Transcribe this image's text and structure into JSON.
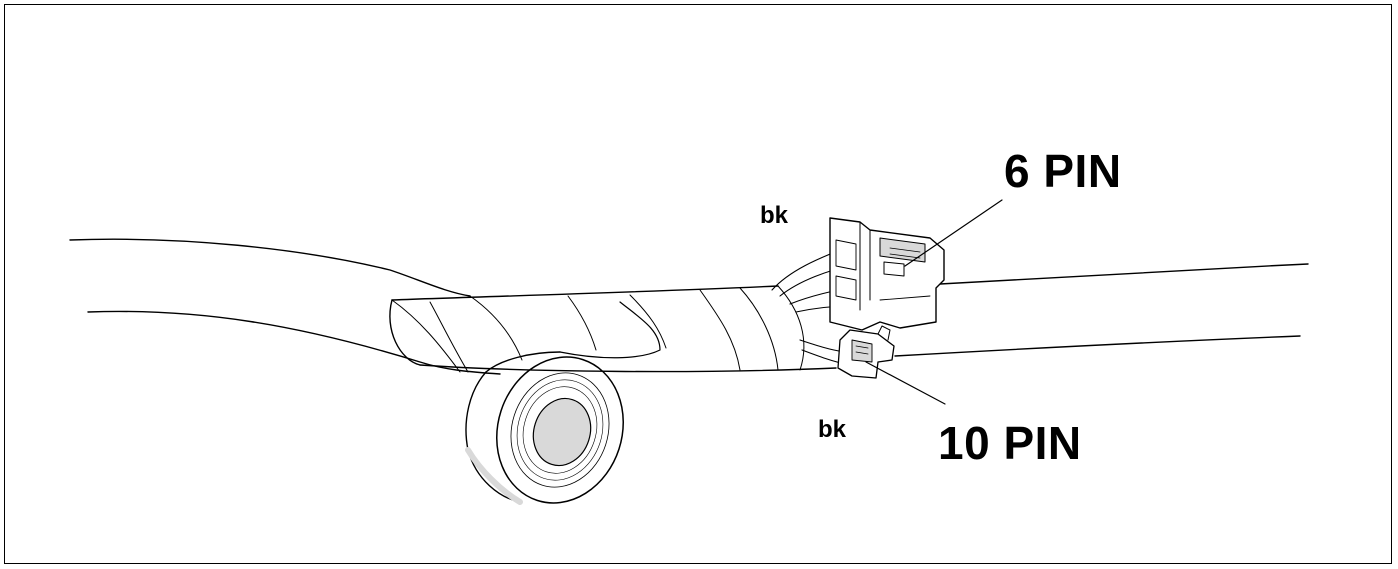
{
  "labels": {
    "connector_6pin": "6 PIN",
    "connector_10pin": "10 PIN",
    "wire_color_top": "bk",
    "wire_color_bottom": "bk"
  },
  "colors": {
    "line": "#000000",
    "tape_edge": "#d9d9d9",
    "background": "#ffffff"
  }
}
